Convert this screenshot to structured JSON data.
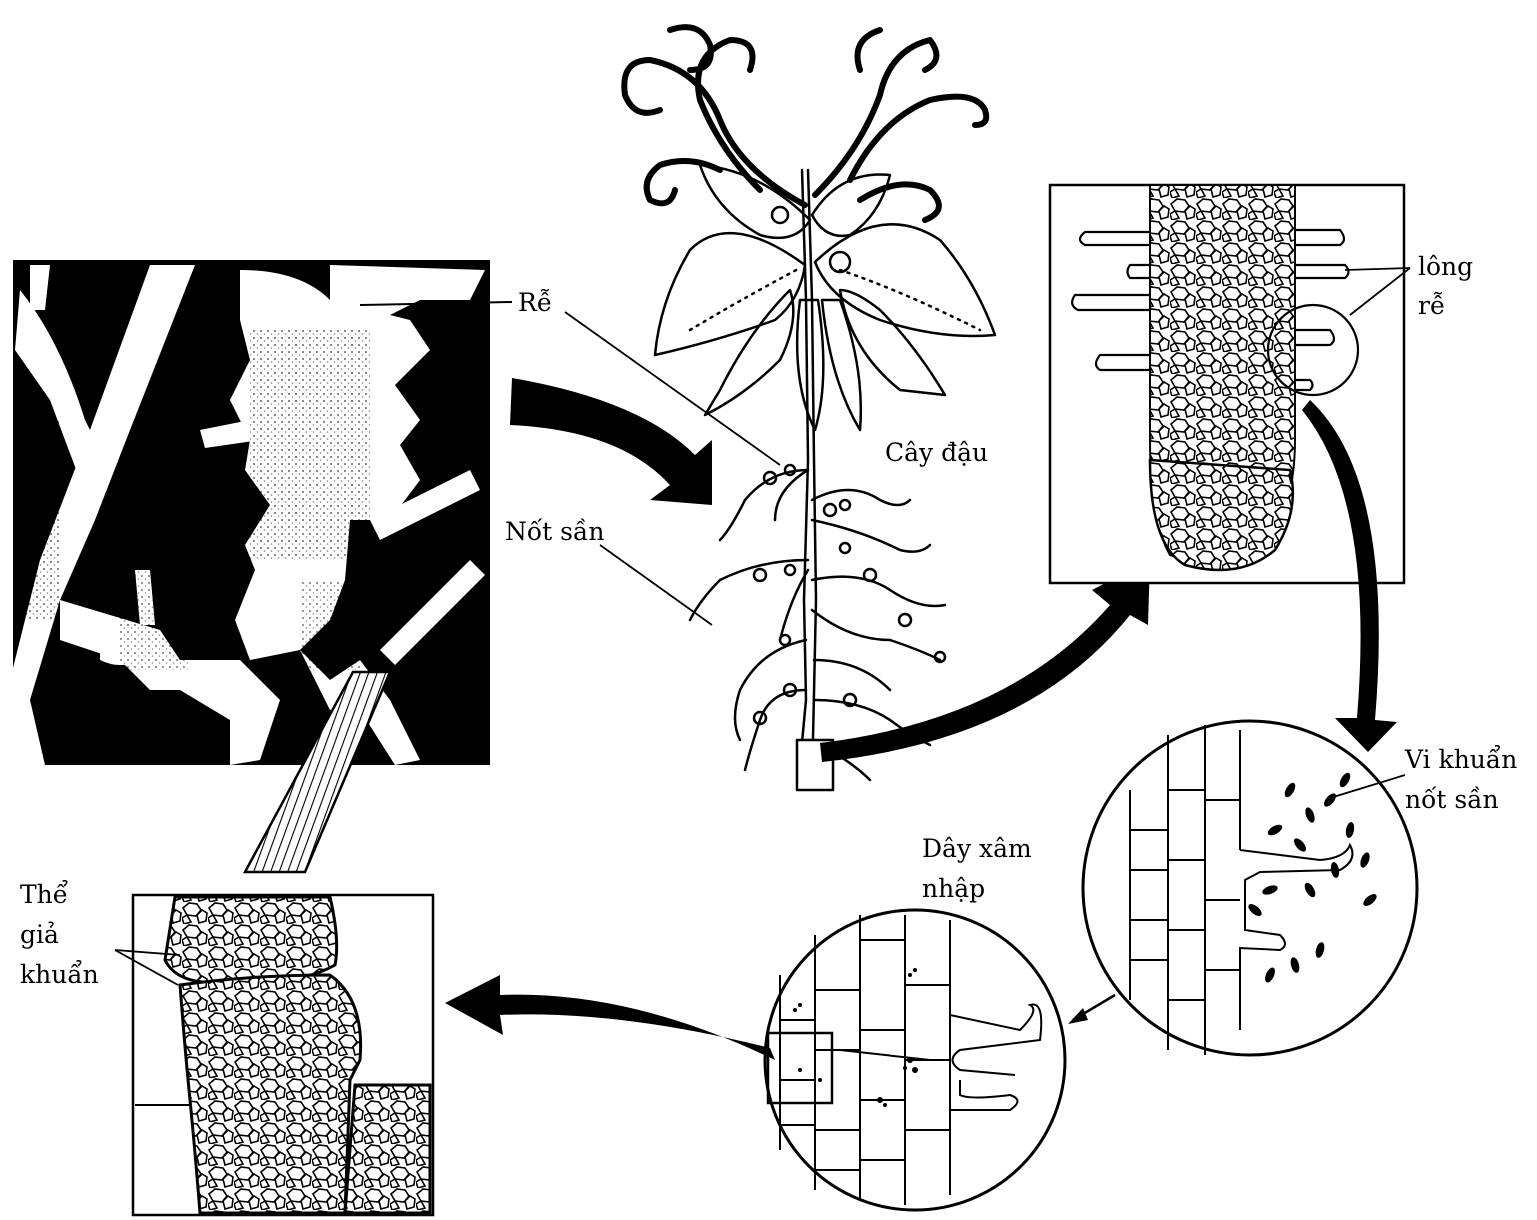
{
  "labels": {
    "root": "Rễ",
    "nodule": "Nốt sần",
    "plant": "Cây đậu",
    "root_hair_line1": "lông",
    "root_hair_line2": "rễ",
    "bacteria_line1": "Vi khuẩn",
    "bacteria_line2": "nốt sần",
    "infection_line1": "Dây xâm",
    "infection_line2": "nhập",
    "bacteroid_line1": "Thể",
    "bacteroid_line2": "giả",
    "bacteroid_line3": "khuẩn"
  },
  "colors": {
    "ink": "#000000",
    "paper": "#ffffff"
  }
}
